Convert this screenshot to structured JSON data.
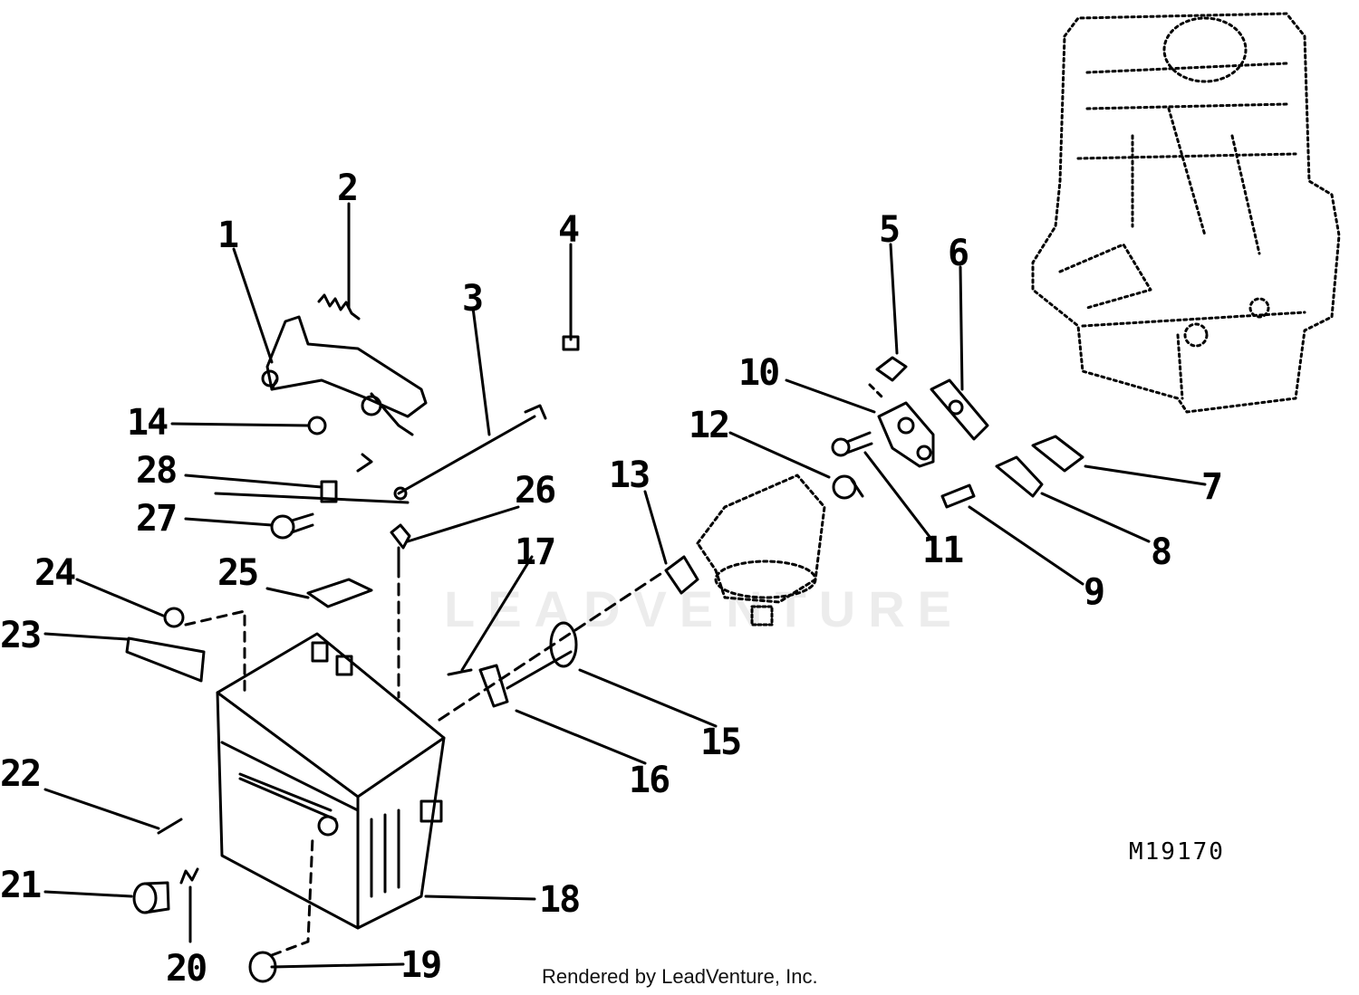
{
  "callouts": [
    {
      "n": "1",
      "label": "1"
    },
    {
      "n": "2",
      "label": "2"
    },
    {
      "n": "3",
      "label": "3"
    },
    {
      "n": "4",
      "label": "4"
    },
    {
      "n": "5",
      "label": "5"
    },
    {
      "n": "6",
      "label": "6"
    },
    {
      "n": "7",
      "label": "7"
    },
    {
      "n": "8",
      "label": "8"
    },
    {
      "n": "9",
      "label": "9"
    },
    {
      "n": "10",
      "label": "10"
    },
    {
      "n": "11",
      "label": "11"
    },
    {
      "n": "12",
      "label": "12"
    },
    {
      "n": "13",
      "label": "13"
    },
    {
      "n": "14",
      "label": "14"
    },
    {
      "n": "15",
      "label": "15"
    },
    {
      "n": "16",
      "label": "16"
    },
    {
      "n": "17",
      "label": "17"
    },
    {
      "n": "18",
      "label": "18"
    },
    {
      "n": "19",
      "label": "19"
    },
    {
      "n": "20",
      "label": "20"
    },
    {
      "n": "21",
      "label": "21"
    },
    {
      "n": "22",
      "label": "22"
    },
    {
      "n": "23",
      "label": "23"
    },
    {
      "n": "24",
      "label": "24"
    },
    {
      "n": "25",
      "label": "25"
    },
    {
      "n": "26",
      "label": "26"
    },
    {
      "n": "27",
      "label": "27"
    },
    {
      "n": "28",
      "label": "28"
    }
  ],
  "figure_id": "M19170",
  "credit": "Rendered by LeadVenture, Inc.",
  "watermark": "LEADVENTURE",
  "colors": {
    "ink": "#000000",
    "background": "#ffffff",
    "watermark": "#ececec"
  }
}
